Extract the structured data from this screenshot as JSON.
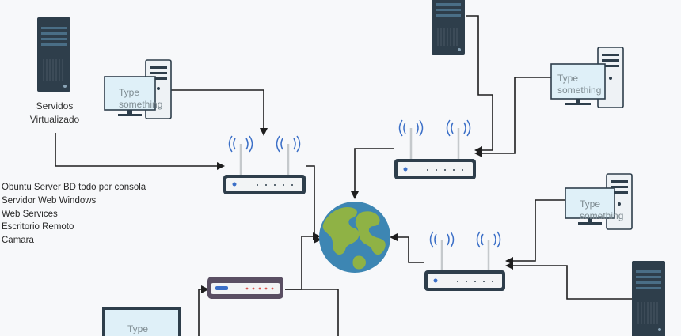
{
  "server_label": {
    "line1": "Servidos",
    "line2": "Virtualizado"
  },
  "notes": [
    "Obuntu Server  BD todo por consola",
    "Servidor Web Windows",
    "Web Services",
    "Escritorio Remoto",
    "Camara"
  ],
  "screen_placeholder": {
    "word1": "Type",
    "word2": "something"
  },
  "colors": {
    "background": "#f7f8fa",
    "server_body": "#2e3e4b",
    "monitor_screen": "#dff0f8",
    "ocean": "#3d86b3",
    "land": "#8fb245",
    "wifi_wave": "#3b6fc7",
    "connector": "#1e1e1e"
  }
}
